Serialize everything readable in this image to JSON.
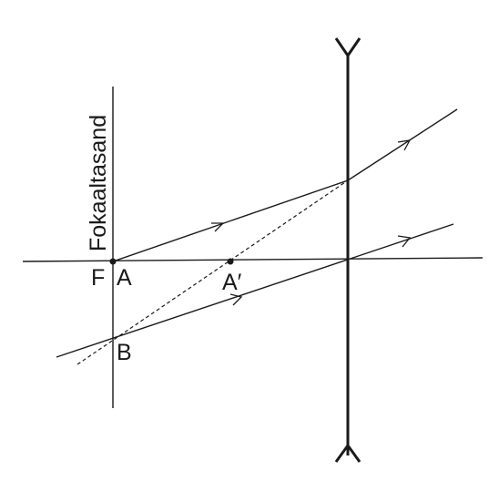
{
  "diagram": {
    "labels": {
      "focal_plane": "Fokaaltasand",
      "focus": "F",
      "point_a": "A",
      "image_point": "A′",
      "point_b": "B"
    }
  }
}
